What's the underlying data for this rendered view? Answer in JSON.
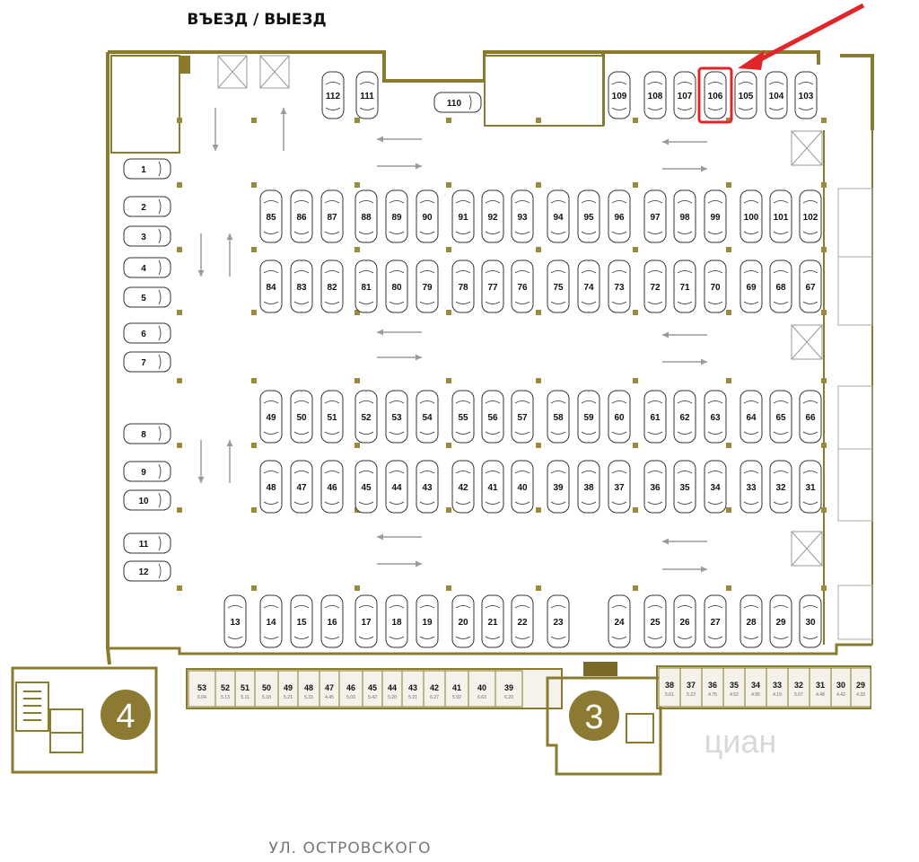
{
  "labels": {
    "entrance": "ВЪЕЗД / ВЫЕЗД",
    "street": "УЛ. ОСТРОВСКОГО",
    "watermark": "циан"
  },
  "highlight": {
    "spot": "106",
    "color": "#e0262a"
  },
  "colors": {
    "wall": "#8a7a2e",
    "stair_circle": "#8c7a32",
    "car_outline": "#333333",
    "arrow_gray": "#9a9a9a",
    "room_fill": "#f4f2ea"
  },
  "staircases": [
    "4",
    "3"
  ],
  "parking": {
    "top_row": [
      "112",
      "111",
      "110",
      "109",
      "108",
      "107",
      "106",
      "105",
      "104",
      "103"
    ],
    "left_column": [
      "1",
      "2",
      "3",
      "4",
      "5",
      "6",
      "7",
      "8",
      "9",
      "10",
      "11",
      "12"
    ],
    "row_a": [
      "85",
      "86",
      "87",
      "88",
      "89",
      "90",
      "91",
      "92",
      "93",
      "94",
      "95",
      "96",
      "97",
      "98",
      "99",
      "100",
      "101",
      "102"
    ],
    "row_b": [
      "84",
      "83",
      "82",
      "81",
      "80",
      "79",
      "78",
      "77",
      "76",
      "75",
      "74",
      "73",
      "72",
      "71",
      "70",
      "69",
      "68",
      "67"
    ],
    "row_c": [
      "49",
      "50",
      "51",
      "52",
      "53",
      "54",
      "55",
      "56",
      "57",
      "58",
      "59",
      "60",
      "61",
      "62",
      "63",
      "64",
      "65",
      "66"
    ],
    "row_d": [
      "48",
      "47",
      "46",
      "45",
      "44",
      "43",
      "42",
      "41",
      "40",
      "39",
      "38",
      "37",
      "36",
      "35",
      "34",
      "33",
      "32",
      "31"
    ],
    "bottom_row": [
      "13",
      "14",
      "15",
      "16",
      "17",
      "18",
      "19",
      "20",
      "21",
      "22",
      "23",
      "24",
      "25",
      "26",
      "27",
      "28",
      "29",
      "30"
    ]
  },
  "storage_left": [
    {
      "num": "53",
      "area": "6.04"
    },
    {
      "num": "52",
      "area": "5.13"
    },
    {
      "num": "51",
      "area": "5.11"
    },
    {
      "num": "50",
      "area": "5.18"
    },
    {
      "num": "49",
      "area": "5.21"
    },
    {
      "num": "48",
      "area": "5.33"
    },
    {
      "num": "47",
      "area": "4.45"
    },
    {
      "num": "46",
      "area": "5.03"
    },
    {
      "num": "45",
      "area": "5.42"
    },
    {
      "num": "44",
      "area": "5.20"
    },
    {
      "num": "43",
      "area": "5.21"
    },
    {
      "num": "42",
      "area": "6.27"
    },
    {
      "num": "41",
      "area": "5.92"
    },
    {
      "num": "40",
      "area": "6.63"
    },
    {
      "num": "39",
      "area": "6.20"
    }
  ],
  "storage_right": [
    {
      "num": "38",
      "area": "5.01"
    },
    {
      "num": "37",
      "area": "5.22"
    },
    {
      "num": "36",
      "area": "4.75"
    },
    {
      "num": "35",
      "area": "4.52"
    },
    {
      "num": "34",
      "area": "4.95"
    },
    {
      "num": "33",
      "area": "4.19"
    },
    {
      "num": "32",
      "area": "5.07"
    },
    {
      "num": "31",
      "area": "4.48"
    },
    {
      "num": "30",
      "area": "4.42"
    },
    {
      "num": "29",
      "area": "4.33"
    }
  ]
}
